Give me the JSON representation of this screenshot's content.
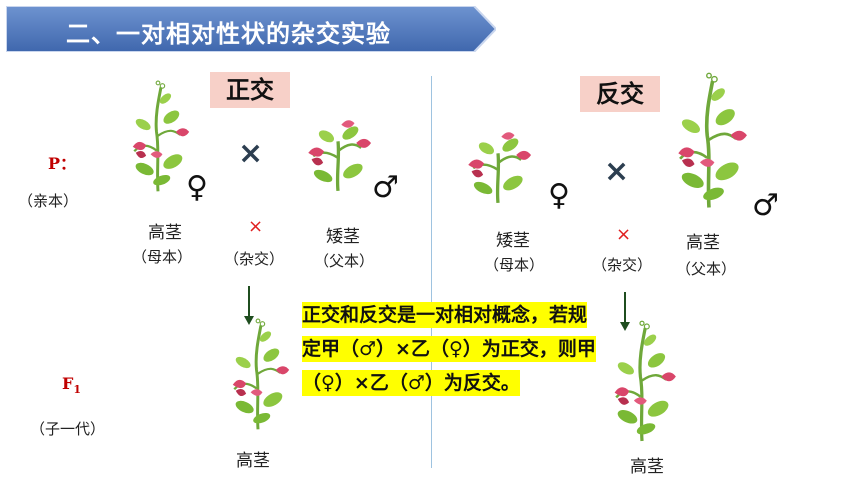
{
  "header": {
    "title": "二、一对相对性状的杂交实验"
  },
  "tags": {
    "zhengjiao": "正交",
    "fanjiao": "反交"
  },
  "rows": {
    "p_label": "P：",
    "p_sub": "（亲本）",
    "f1_label": "F",
    "f1_subscript": "1",
    "f1_sub": "（子一代）"
  },
  "left": {
    "mother_name": "高茎",
    "mother_role": "（母本）",
    "cross_mark": "×",
    "cross_small": "×",
    "cross_label": "（杂交）",
    "father_name": "矮茎",
    "father_role": "（父本）",
    "female_symbol": "♀",
    "male_symbol": "♂",
    "f1_name": "高茎"
  },
  "right": {
    "mother_name": "矮茎",
    "mother_role": "（母本）",
    "cross_mark": "×",
    "cross_small": "×",
    "cross_label": "（杂交）",
    "father_name": "高茎",
    "father_role": "（父本）",
    "female_symbol": "♀",
    "male_symbol": "♂",
    "f1_name": "高茎"
  },
  "note": {
    "text": "正交和反交是一对相对概念，若规定甲（♂）×乙（♀）为正交，则甲（♀）×乙（♂）为反交。"
  },
  "colors": {
    "banner": "#4a72b8",
    "tag_bg": "#f7d0c8",
    "highlight": "#ffff00",
    "divider": "#9ec3e0",
    "label_red": "#c00000",
    "arrow": "#1f4d1f"
  }
}
